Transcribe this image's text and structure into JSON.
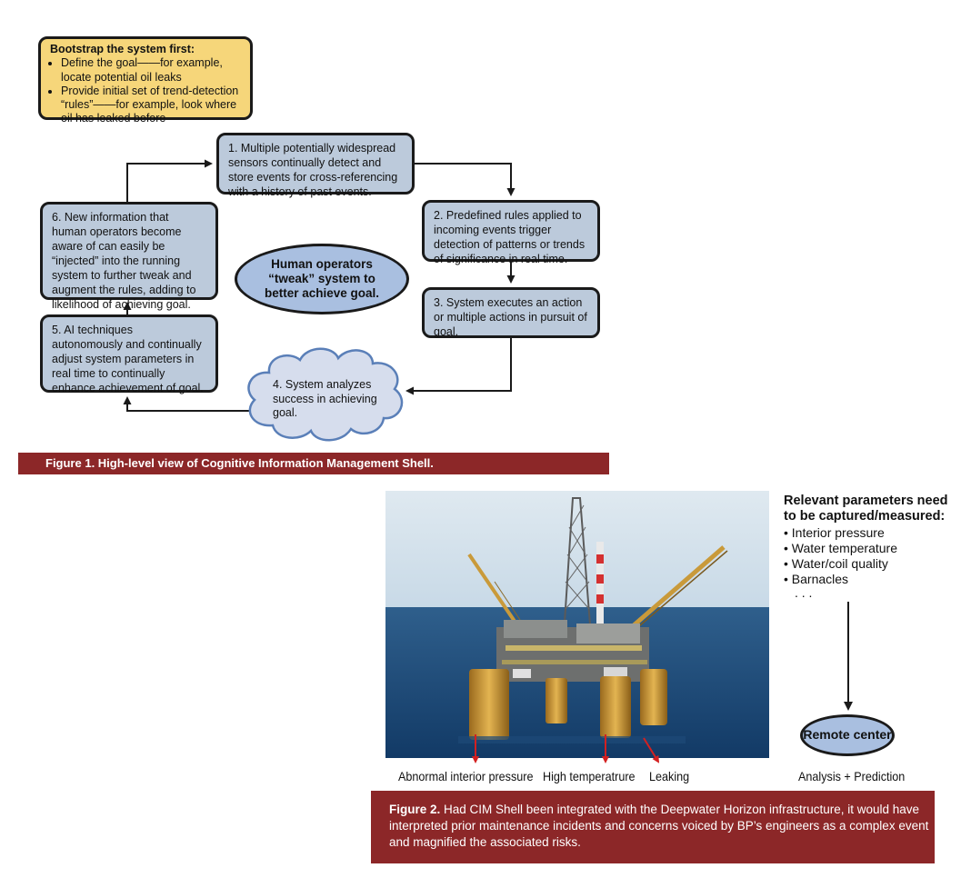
{
  "figure1": {
    "bootstrap": {
      "heading": "Bootstrap the system first:",
      "items": [
        "Define the goal——for example, locate potential oil leaks",
        "Provide initial set of trend-detection “rules”——for example, look where oil has leaked before"
      ]
    },
    "steps": [
      "1. Multiple potentially widespread sensors continually detect and store events for cross-referencing with a history of past events.",
      "2. Predefined rules applied to incoming events trigger detection of patterns or trends of significance in real time.",
      "3. System executes an action or multiple actions in pursuit of goal.",
      "4. System analyzes success in achieving goal.",
      "5. AI techniques autonomously and continually adjust system parameters in real time to continually enhance achievement of goal.",
      "6. New information that human operators become aware of can easily be “injected” into the running system to further tweak and augment the rules, adding to likelihood of achieving goal."
    ],
    "center": "Human operators “tweak” system to better achieve goal.",
    "caption": "Figure 1. High-level view of Cognitive Information Management Shell."
  },
  "figure2": {
    "labels": {
      "pressure": "Abnormal interior pressure",
      "temperature": "High temperatrure",
      "leaking": "Leaking"
    },
    "parameters": {
      "heading": "Relevant parameters need to be captured/measured:",
      "items": [
        "Interior pressure",
        "Water temperature",
        "Water/coil quality",
        "Barnacles"
      ],
      "ellipsis": ". . ."
    },
    "remote": "Remote center",
    "analysis": "Analysis + Prediction",
    "caption_label": "Figure 2.",
    "caption_text": " Had CIM Shell been integrated with the Deepwater Horizon infrastructure, it would have interpreted prior maintenance incidents and concerns voiced by BP’s engineers as a complex event and magnified the associated risks."
  },
  "colors": {
    "box_fill": "#bccadb",
    "bootstrap_fill": "#f6d67a",
    "oval_fill": "#a9bfe0",
    "caption_bar": "#8c2728",
    "pointer_red": "#d32020"
  }
}
